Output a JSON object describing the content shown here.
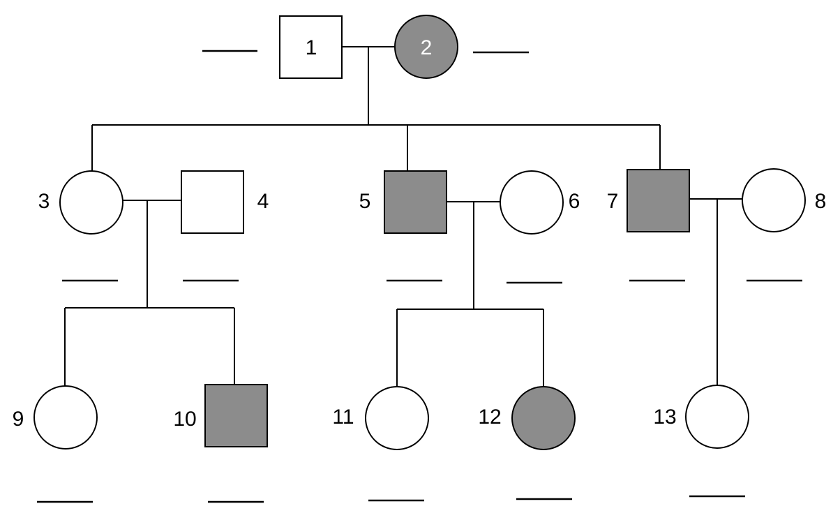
{
  "colors": {
    "affected": "#8c8c8c",
    "unaffected": "#ffffff",
    "line": "#000000",
    "label_on_affected": "#ffffff"
  },
  "individuals": [
    {
      "id": "1",
      "label": "1",
      "sex": "male",
      "affected": false
    },
    {
      "id": "2",
      "label": "2",
      "sex": "female",
      "affected": true
    },
    {
      "id": "3",
      "label": "3",
      "sex": "female",
      "affected": false
    },
    {
      "id": "4",
      "label": "4",
      "sex": "male",
      "affected": false
    },
    {
      "id": "5",
      "label": "5",
      "sex": "male",
      "affected": true
    },
    {
      "id": "6",
      "label": "6",
      "sex": "female",
      "affected": false
    },
    {
      "id": "7",
      "label": "7",
      "sex": "male",
      "affected": true
    },
    {
      "id": "8",
      "label": "8",
      "sex": "female",
      "affected": false
    },
    {
      "id": "9",
      "label": "9",
      "sex": "female",
      "affected": false
    },
    {
      "id": "10",
      "label": "10",
      "sex": "male",
      "affected": true
    },
    {
      "id": "11",
      "label": "11",
      "sex": "female",
      "affected": false
    },
    {
      "id": "12",
      "label": "12",
      "sex": "female",
      "affected": true
    },
    {
      "id": "13",
      "label": "13",
      "sex": "female",
      "affected": false
    }
  ],
  "matings": [
    {
      "partners": [
        "1",
        "2"
      ],
      "children": [
        "3",
        "5",
        "7"
      ]
    },
    {
      "partners": [
        "3",
        "4"
      ],
      "children": [
        "9",
        "10"
      ]
    },
    {
      "partners": [
        "5",
        "6"
      ],
      "children": [
        "11",
        "12"
      ]
    },
    {
      "partners": [
        "7",
        "8"
      ],
      "children": [
        "13"
      ]
    }
  ]
}
